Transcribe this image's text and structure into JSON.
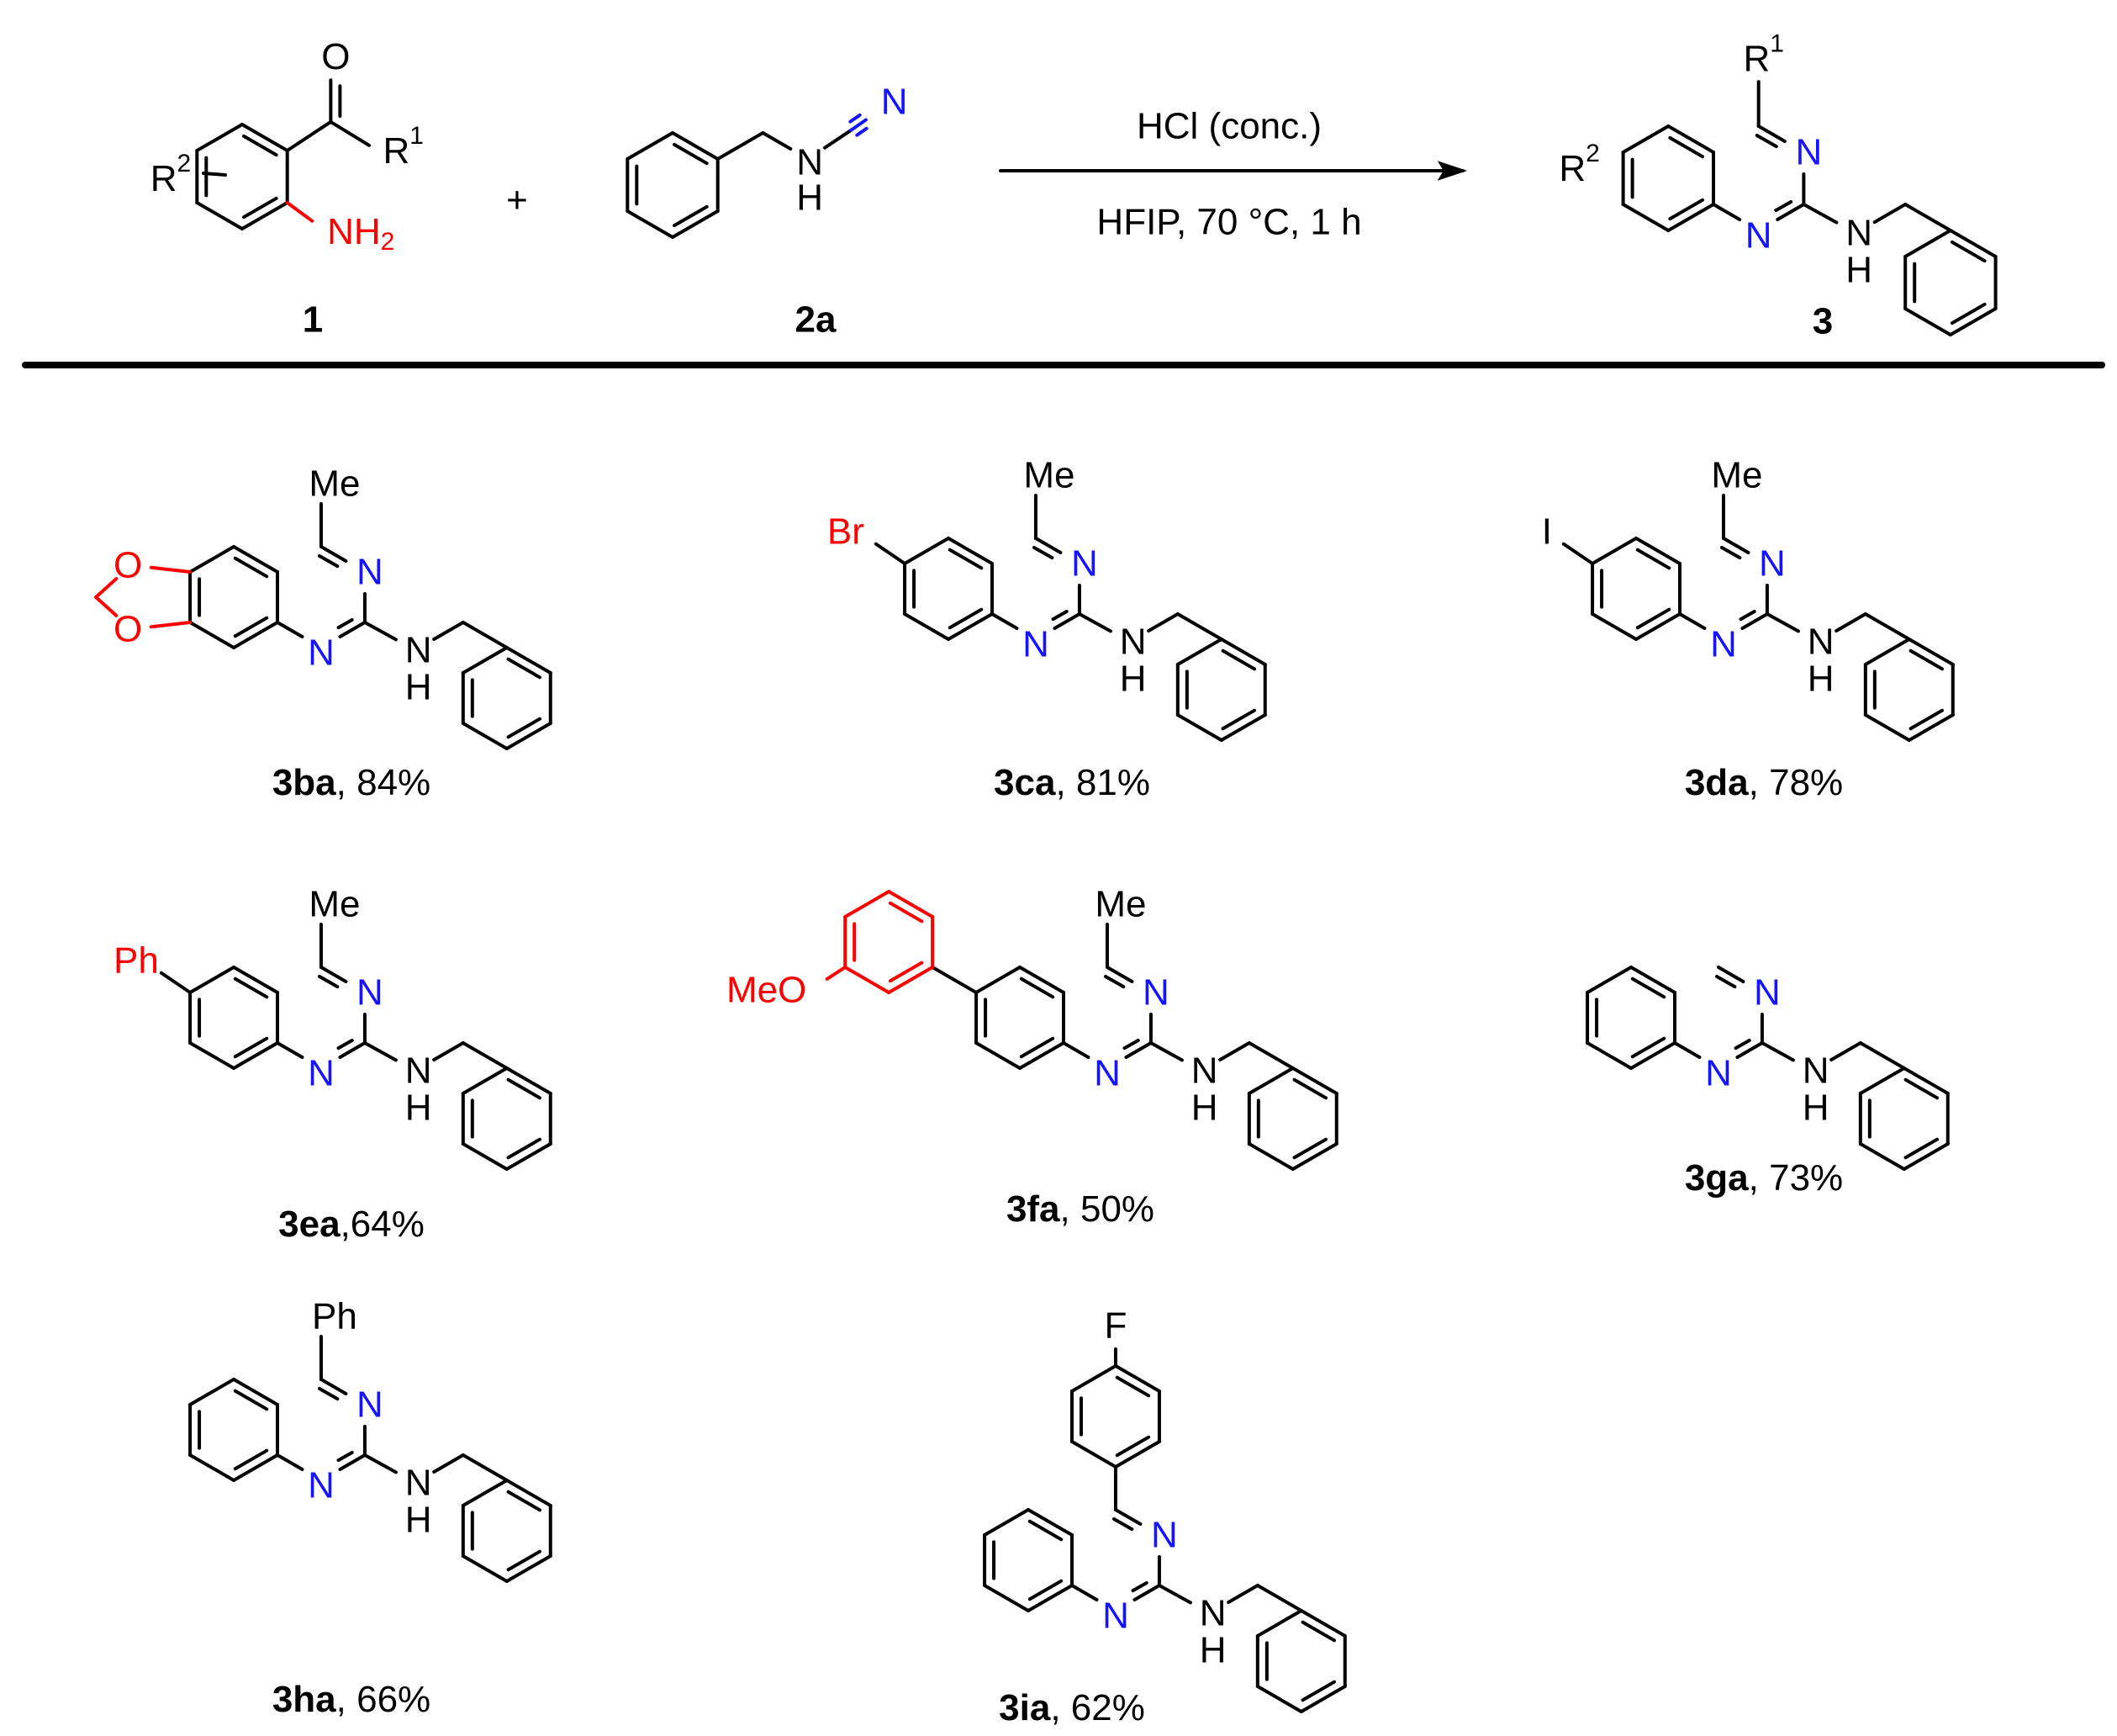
{
  "colors": {
    "bond": "#000000",
    "nitrogen": "#1414ff",
    "highlight": "#ff0000"
  },
  "reaction": {
    "reactant1": {
      "label": "1",
      "O": "O",
      "R1": "R",
      "R1_sup": "1",
      "R2": "R",
      "R2_sup": "2",
      "NH2": "NH",
      "NH2_sub": "2"
    },
    "plus": "+",
    "reactant2": {
      "label": "2a",
      "N": "N",
      "NH_N": "N",
      "NH_H": "H"
    },
    "conditions": {
      "above": "HCl (conc.)",
      "below": "HFIP,  70 °C, 1 h"
    },
    "product": {
      "label": "3",
      "R1": "R",
      "R1_sup": "1",
      "R2": "R",
      "R2_sup": "2",
      "N": "N",
      "NH_N": "N",
      "NH_H": "H"
    }
  },
  "products": [
    {
      "id": "3ba",
      "yield": ", 84%",
      "sub": "O",
      "sub2": "O",
      "r4": "Me"
    },
    {
      "id": "3ca",
      "yield": ", 81%",
      "sub": "Br",
      "r4": "Me"
    },
    {
      "id": "3da",
      "yield": ", 78%",
      "sub": "I",
      "r4": "Me"
    },
    {
      "id": "3ea",
      "yield": ",64%",
      "sub": "Ph",
      "r4": "Me"
    },
    {
      "id": "3fa",
      "yield": ", 50%",
      "sub": "MeO",
      "r4": "Me"
    },
    {
      "id": "3ga",
      "yield": ", 73%"
    },
    {
      "id": "3ha",
      "yield": ", 66%",
      "r4": "Ph"
    },
    {
      "id": "3ia",
      "yield": ", 62%",
      "r4_sub": "F"
    }
  ],
  "atoms": {
    "N": "N",
    "H": "H"
  }
}
